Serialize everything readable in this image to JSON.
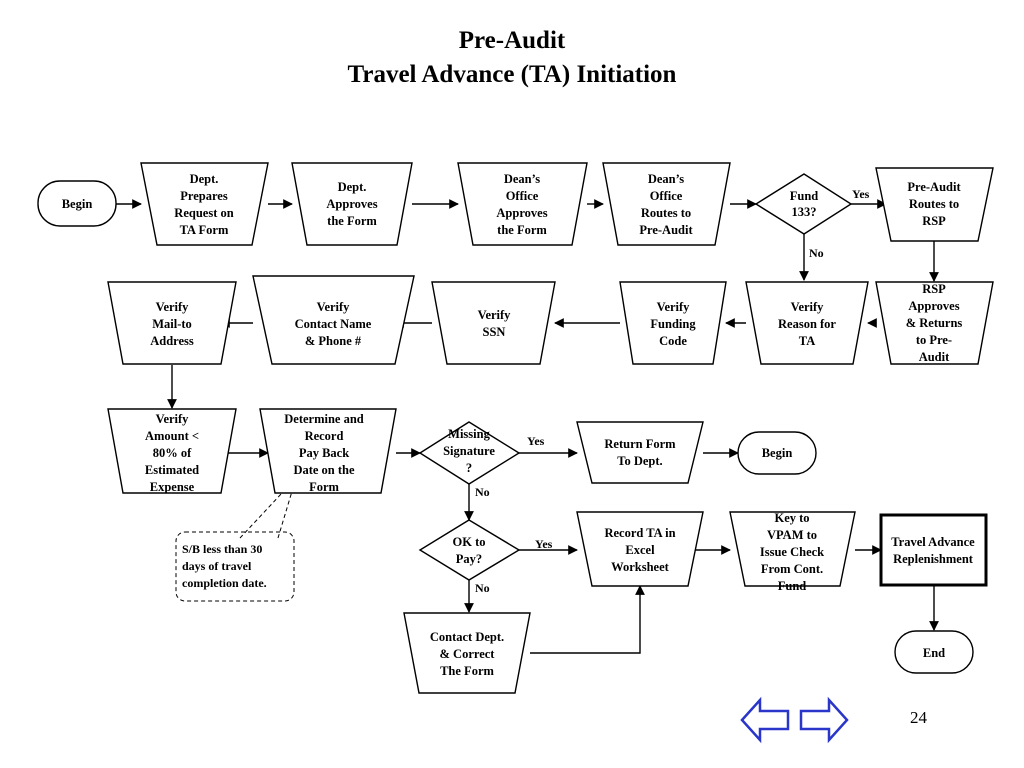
{
  "title": {
    "line1": "Pre-Audit",
    "line2": "Travel Advance (TA) Initiation"
  },
  "nodes": {
    "begin1": [
      "Begin"
    ],
    "dept_prepares": [
      "Dept.",
      "Prepares",
      "Request on",
      "TA Form"
    ],
    "dept_approves": [
      "Dept.",
      "Approves",
      "the Form"
    ],
    "deans_approves": [
      "Dean’s",
      "Office",
      "Approves",
      "the Form"
    ],
    "deans_routes": [
      "Dean’s",
      "Office",
      "Routes to",
      "Pre-Audit"
    ],
    "fund133": [
      "Fund",
      "133?"
    ],
    "preaudit_routes": [
      "Pre-Audit",
      "Routes to",
      "RSP"
    ],
    "rsp_approves": [
      "RSP",
      "Approves",
      "& Returns",
      "to Pre-",
      "Audit"
    ],
    "verify_reason": [
      "Verify",
      "Reason for",
      "TA"
    ],
    "verify_funding": [
      "Verify",
      "Funding",
      "Code"
    ],
    "verify_ssn": [
      "Verify",
      "SSN"
    ],
    "verify_contact": [
      "Verify",
      "Contact Name",
      "& Phone #"
    ],
    "verify_mailto": [
      "Verify",
      "Mail-to",
      "Address"
    ],
    "verify_amount": [
      "Verify",
      "Amount <",
      "80% of",
      "Estimated",
      "Expense"
    ],
    "determine_payback": [
      "Determine and",
      "Record",
      "Pay Back",
      "Date on the",
      "Form"
    ],
    "missing_signature": [
      "Missing",
      "Signature",
      "?"
    ],
    "return_form": [
      "Return Form",
      "To Dept."
    ],
    "begin2": [
      "Begin"
    ],
    "ok_to_pay": [
      "OK to",
      "Pay?"
    ],
    "record_ta": [
      "Record TA in",
      "Excel",
      "Worksheet"
    ],
    "key_vpam": [
      "Key to",
      "VPAM to",
      "Issue Check",
      "From Cont.",
      "Fund"
    ],
    "travel_advance": [
      "Travel Advance",
      "Replenishment"
    ],
    "contact_dept": [
      "Contact Dept.",
      "& Correct",
      "The Form"
    ],
    "end": [
      "End"
    ]
  },
  "labels": {
    "fund_yes": "Yes",
    "fund_no": "No",
    "sig_yes": "Yes",
    "sig_no": "No",
    "pay_yes": "Yes",
    "pay_no": "No"
  },
  "note": [
    "S/B less than 30",
    "days of travel",
    "completion date."
  ],
  "nav": {
    "prev": "previous-slide",
    "next": "next-slide"
  },
  "page_number": "24"
}
